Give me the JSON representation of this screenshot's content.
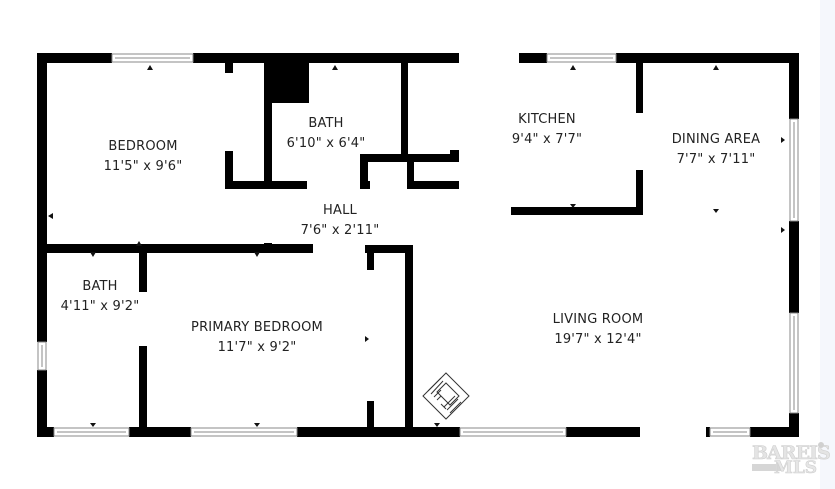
{
  "floorplan": {
    "rooms": [
      {
        "id": "bedroom",
        "name": "BEDROOM",
        "dims": "11'5\" x 9'6\""
      },
      {
        "id": "bath-upper",
        "name": "BATH",
        "dims": "6'10\" x 6'4\""
      },
      {
        "id": "kitchen",
        "name": "KITCHEN",
        "dims": "9'4\" x 7'7\""
      },
      {
        "id": "dining-area",
        "name": "DINING AREA",
        "dims": "7'7\" x 7'11\""
      },
      {
        "id": "hall",
        "name": "HALL",
        "dims": "7'6\" x 2'11\""
      },
      {
        "id": "bath-lower",
        "name": "BATH",
        "dims": "4'11\" x 9'2\""
      },
      {
        "id": "primary-bedroom",
        "name": "PRIMARY BEDROOM",
        "dims": "11'7\" x 9'2\""
      },
      {
        "id": "living-room",
        "name": "LIVING ROOM",
        "dims": "19'7\" x 12'4\""
      }
    ],
    "icons": {
      "stairs": "stairs-icon",
      "windows": "window-icon"
    },
    "colors": {
      "wall": "#000000",
      "background": "#ffffff",
      "label": "#222222"
    }
  },
  "watermark": {
    "brand": "BAREIS",
    "sub": "MLS",
    "registered": "®"
  }
}
